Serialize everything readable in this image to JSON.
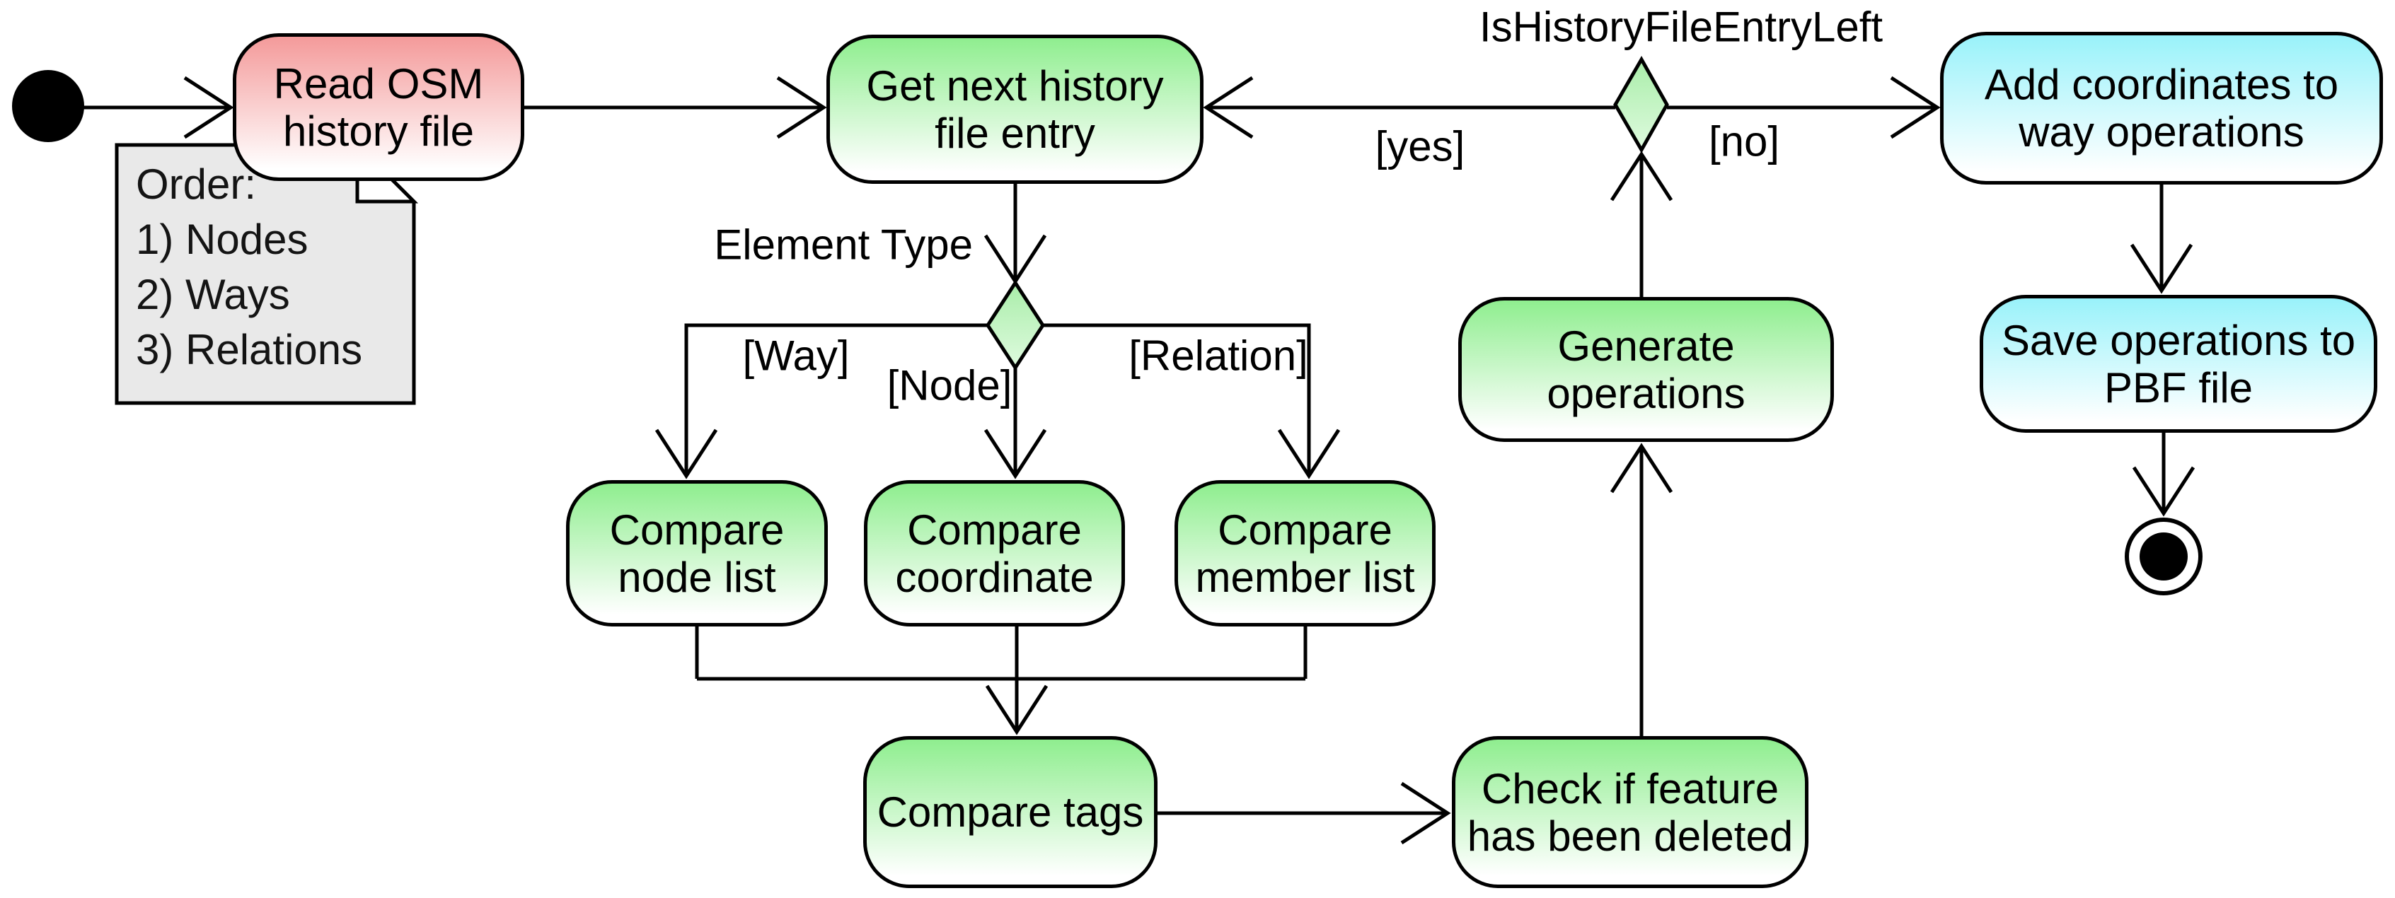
{
  "diagram_type": "uml-activity-diagram",
  "start_node": {
    "kind": "initial"
  },
  "end_node": {
    "kind": "final"
  },
  "activities": {
    "read_osm": {
      "label": "Read OSM\nhistory file",
      "fill": "#f49a9a"
    },
    "get_next": {
      "label": "Get next history\nfile entry",
      "fill": "#8fee8f"
    },
    "compare_nodes": {
      "label": "Compare\nnode list",
      "fill": "#8fee8f"
    },
    "compare_coord": {
      "label": "Compare\ncoordinate",
      "fill": "#8fee8f"
    },
    "compare_member": {
      "label": "Compare\nmember list",
      "fill": "#8fee8f"
    },
    "compare_tags": {
      "label": "Compare tags",
      "fill": "#8fee8f"
    },
    "check_deleted": {
      "label": "Check if feature\nhas been deleted",
      "fill": "#8fee8f"
    },
    "generate_ops": {
      "label": "Generate\noperations",
      "fill": "#8fee8f"
    },
    "add_coords": {
      "label": "Add coordinates to\nway operations",
      "fill": "#99f2fa"
    },
    "save_ops": {
      "label": "Save operations to\nPBF file",
      "fill": "#99f2fa"
    }
  },
  "decisions": {
    "element_type": {
      "label": "Element Type"
    },
    "is_history_file_entry_left": {
      "label": "IsHistoryFileEntryLeft"
    }
  },
  "guards": {
    "way": "[Way]",
    "node": "[Node]",
    "relation": "[Relation]",
    "yes": "[yes]",
    "no": "[no]"
  },
  "note": {
    "lines": [
      "Order:",
      "1) Nodes",
      "2) Ways",
      "3) Relations"
    ],
    "bg": "#e9e9e9"
  },
  "colors": {
    "activity_red_top": "#f49a9a",
    "activity_green_top": "#8fee8f",
    "activity_cyan_top": "#99f2fa",
    "decision_fill_top": "#a9eda9",
    "line": "#000000",
    "background": "#ffffff"
  }
}
